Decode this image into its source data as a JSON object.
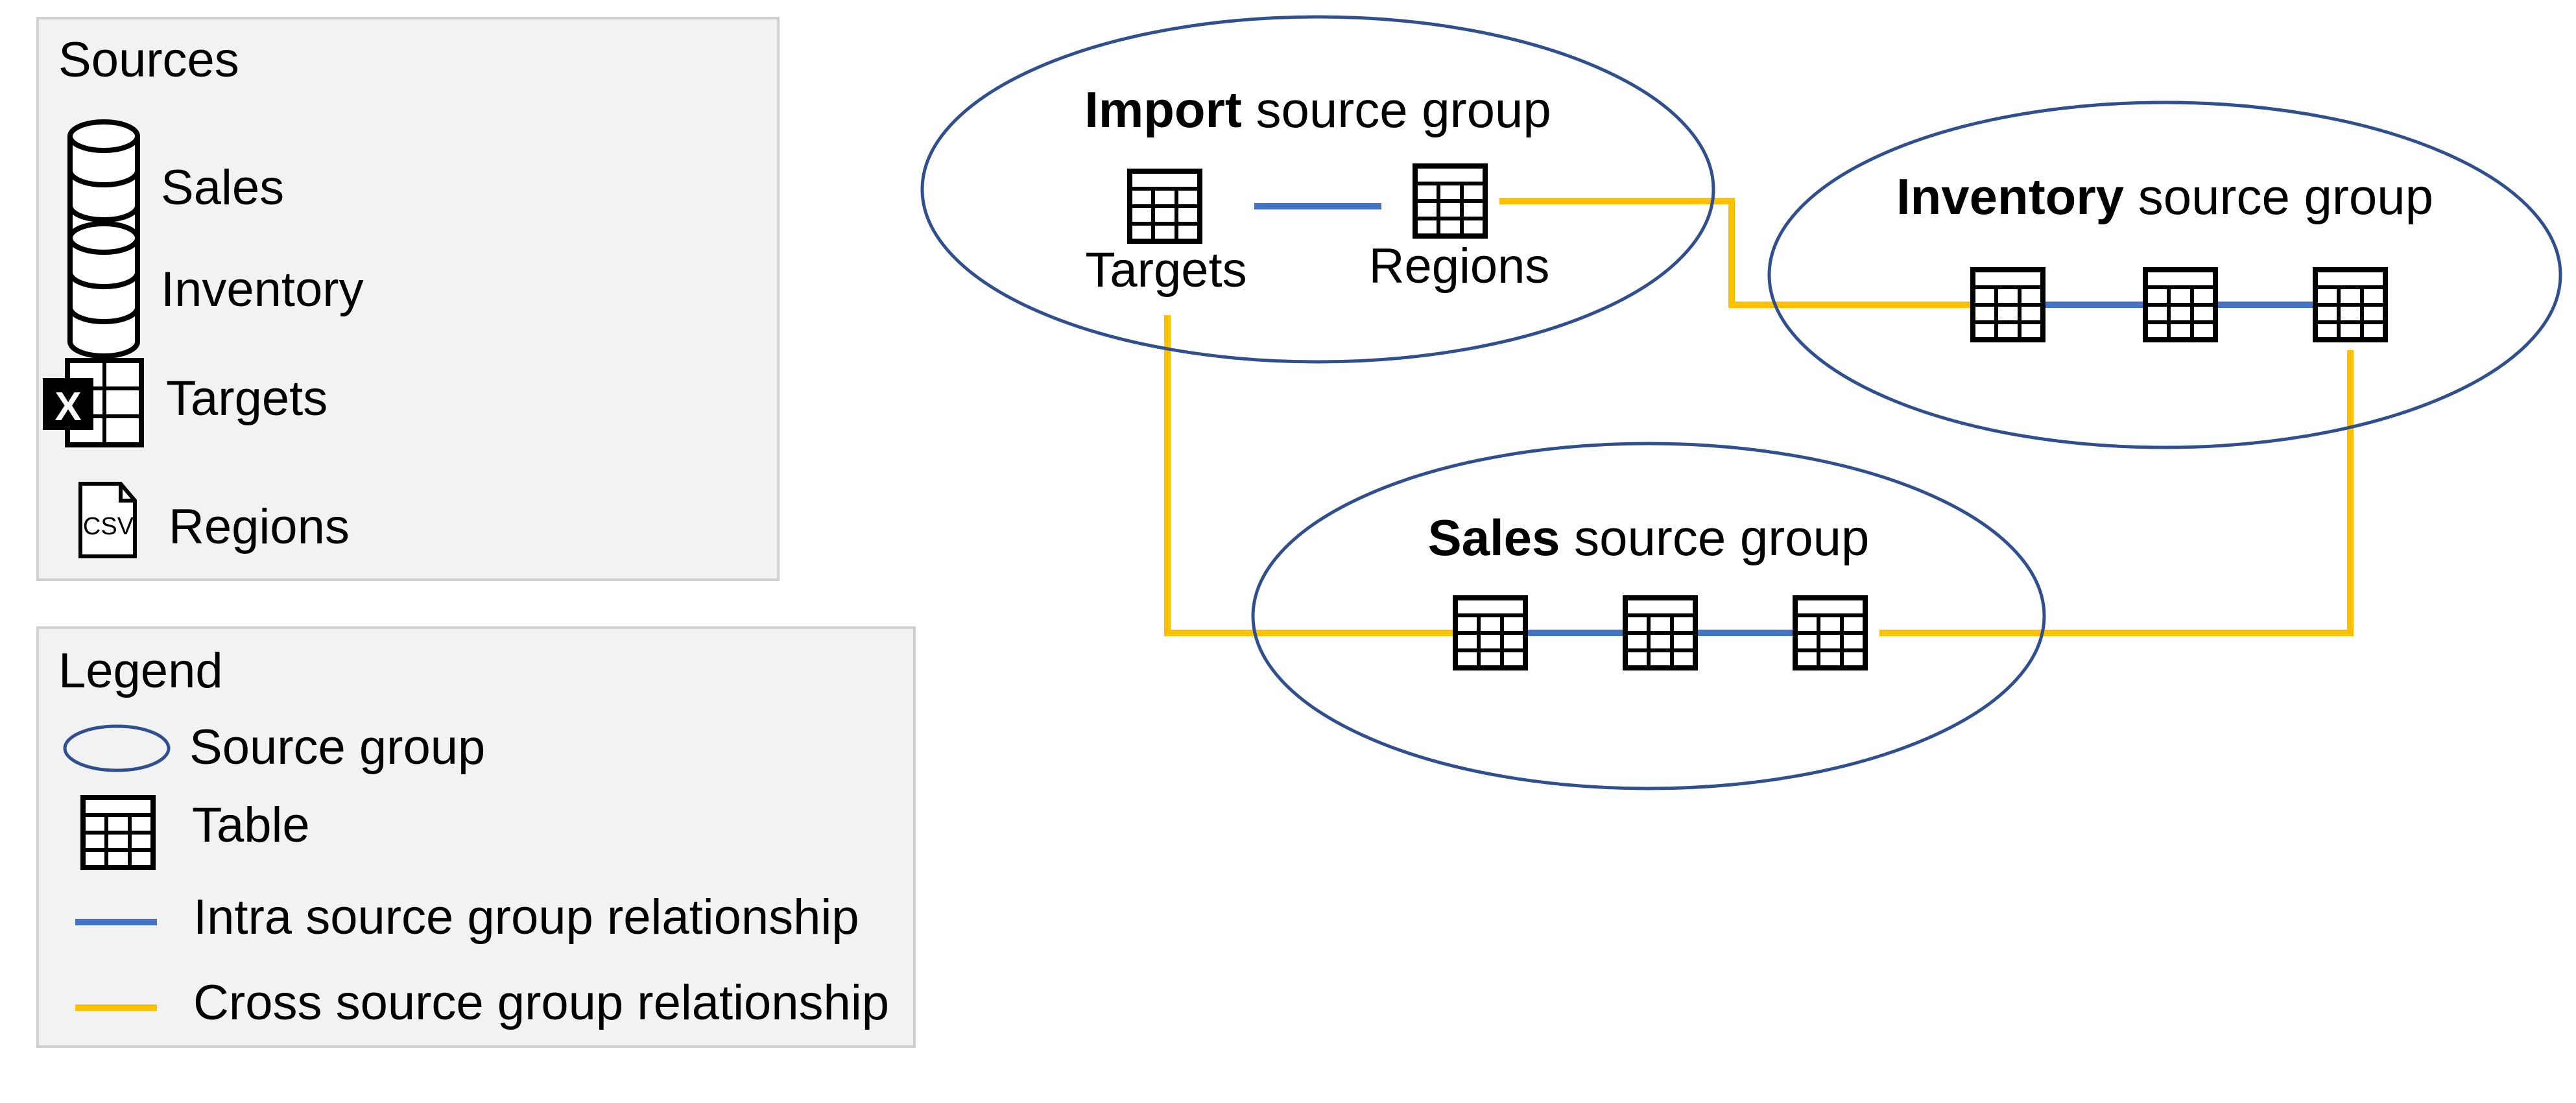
{
  "sources": {
    "title": "Sources",
    "items": [
      {
        "label": "Sales",
        "icon": "database-icon"
      },
      {
        "label": "Inventory",
        "icon": "database-icon"
      },
      {
        "label": "Targets",
        "icon": "excel-icon",
        "icon_text": "X"
      },
      {
        "label": "Regions",
        "icon": "csv-file-icon",
        "icon_text": "CSV"
      }
    ]
  },
  "legend": {
    "title": "Legend",
    "items": [
      {
        "label": "Source group",
        "icon": "ellipse-icon"
      },
      {
        "label": "Table",
        "icon": "table-icon"
      },
      {
        "label": "Intra source group relationship",
        "color": "#4472c4"
      },
      {
        "label": "Cross source group relationship",
        "color": "#ffc000"
      }
    ]
  },
  "groups": {
    "import": {
      "name": "Import",
      "suffix": " source group",
      "tables": [
        {
          "label": "Targets"
        },
        {
          "label": "Regions"
        }
      ]
    },
    "inventory": {
      "name": "Inventory",
      "suffix": " source group"
    },
    "sales": {
      "name": "Sales",
      "suffix": " source group"
    }
  },
  "colors": {
    "intra": "#4472c4",
    "cross": "#ffc000",
    "ellipse": "#2f4f8f"
  }
}
